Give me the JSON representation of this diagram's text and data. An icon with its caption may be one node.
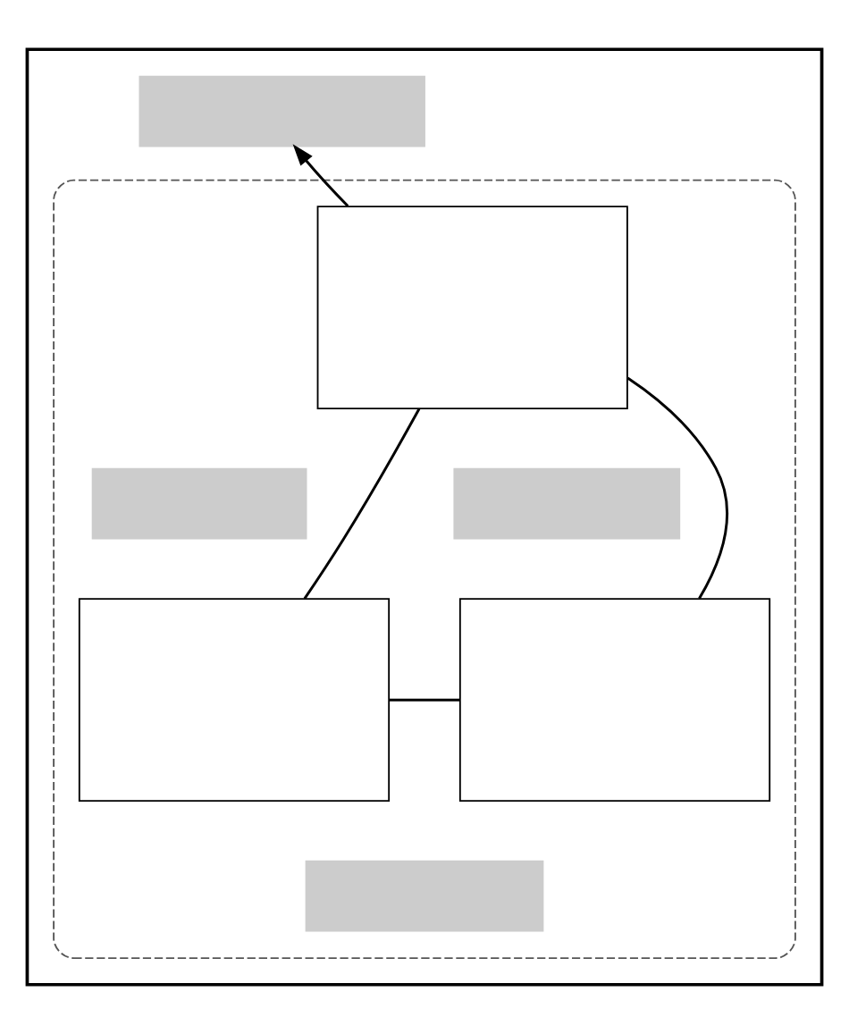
{
  "diagram": {
    "nodes": [
      {
        "text": [],
        "shape": "box"
      },
      {
        "text": [],
        "shape": "box",
        "in": 0
      },
      {
        "text": [],
        "shape": "box",
        "in": 0
      },
      {
        "text": [],
        "shape": "box",
        "in": 2
      },
      {
        "text": [],
        "shape": "box",
        "in": 2
      },
      {
        "text": [],
        "shape": "box",
        "in": 2
      },
      {
        "text": [],
        "shape": "box",
        "in": 2
      },
      {
        "text": [],
        "shape": "box",
        "in": 2
      },
      {
        "text": [],
        "shape": "box",
        "in": 2
      }
    ],
    "edges": [
      {
        "from": 3,
        "to": 1,
        "arrow": "to"
      },
      {
        "from": 3,
        "to": 6,
        "arrow": "none"
      },
      {
        "from": 3,
        "to": 7,
        "arrow": "none"
      },
      {
        "from": 6,
        "to": 7,
        "arrow": "none"
      }
    ]
  }
}
